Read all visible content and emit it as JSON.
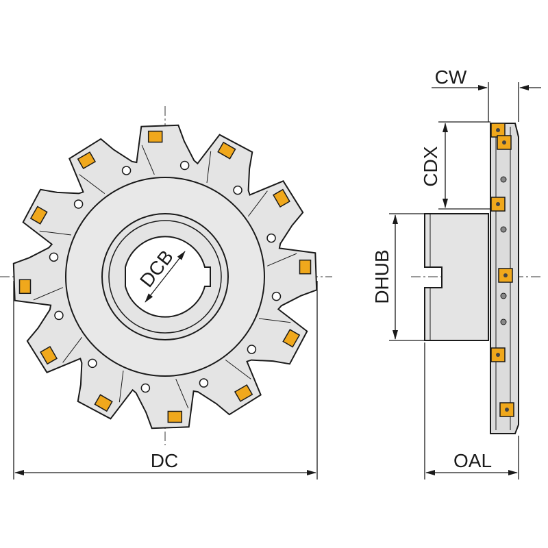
{
  "labels": {
    "cw": "CW",
    "cdx": "CDX",
    "dhub": "DHUB",
    "dcb": "DCB",
    "dc": "DC",
    "oal": "OAL"
  },
  "colors": {
    "body": "#e4e4e4",
    "outline": "#1a1a1a",
    "insert": "#f0a81c"
  }
}
